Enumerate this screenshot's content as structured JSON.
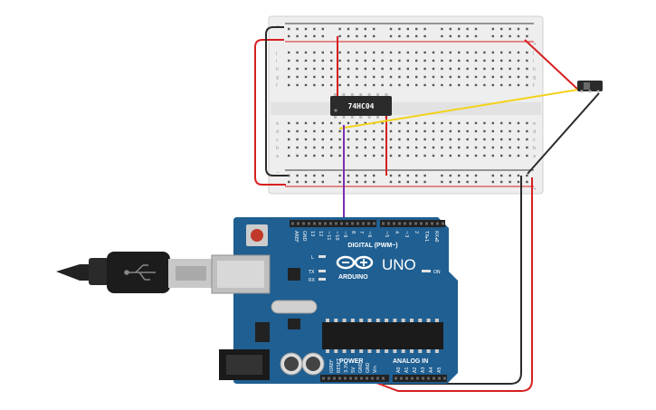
{
  "breadboard": {
    "chip_label": "74HC04",
    "plus_sign": "+",
    "minus_sign": "−",
    "row_letters_top": [
      "j",
      "i",
      "h",
      "g",
      "f"
    ],
    "row_letters_bottom": [
      "e",
      "d",
      "c",
      "b",
      "a"
    ]
  },
  "arduino": {
    "logo_text": "ARDUINO",
    "model": "UNO",
    "digital_label": "DIGITAL (PWM~)",
    "power_label": "POWER",
    "analog_label": "ANALOG IN",
    "led_l": "L",
    "led_tx": "TX",
    "led_rx": "RX",
    "led_on": "ON",
    "top_pins": [
      "AREF",
      "GND",
      "13",
      "12",
      "~11",
      "~10",
      "~9",
      "8",
      "7",
      "~6",
      "~5",
      "4",
      "~3",
      "2",
      "TX▸1",
      "RX◂0"
    ],
    "power_pins": [
      "IOREF",
      "RESET",
      "3.3V",
      "5V",
      "GND",
      "GND",
      "Vin"
    ],
    "analog_pins": [
      "A0",
      "A1",
      "A2",
      "A3",
      "A4",
      "A5"
    ]
  },
  "colors": {
    "board_blue": "#1f5f92",
    "wire_red": "#d62020",
    "wire_black": "#2a2a2a",
    "wire_yellow": "#f2d21a",
    "wire_purple": "#7a2fb0",
    "breadboard": "#e9e9e9",
    "chip": "#2b2b2b"
  }
}
